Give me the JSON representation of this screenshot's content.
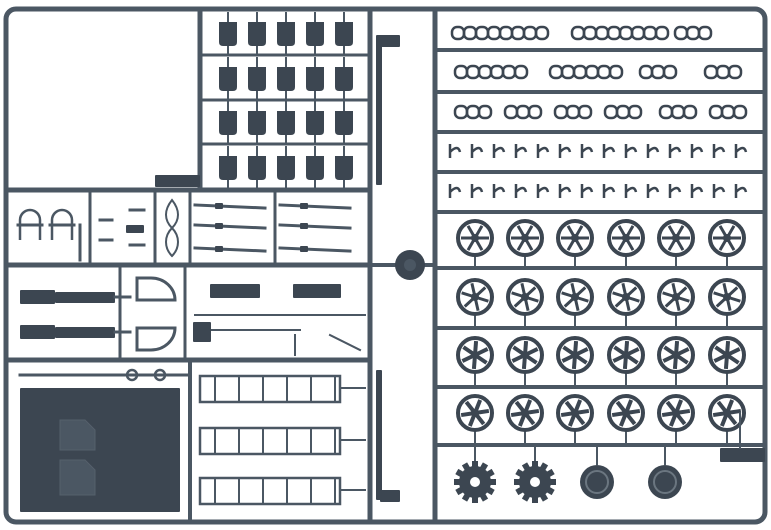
{
  "colors": {
    "plastic": "#4b5763",
    "plastic_dark": "#3c4651",
    "background": "#ffffff"
  },
  "grid_parts": {
    "rows": 4,
    "cols": 5
  },
  "wheel_rows": 4,
  "wheel_cols": 6,
  "sprockets": [
    "gear",
    "gear",
    "disc",
    "disc"
  ]
}
